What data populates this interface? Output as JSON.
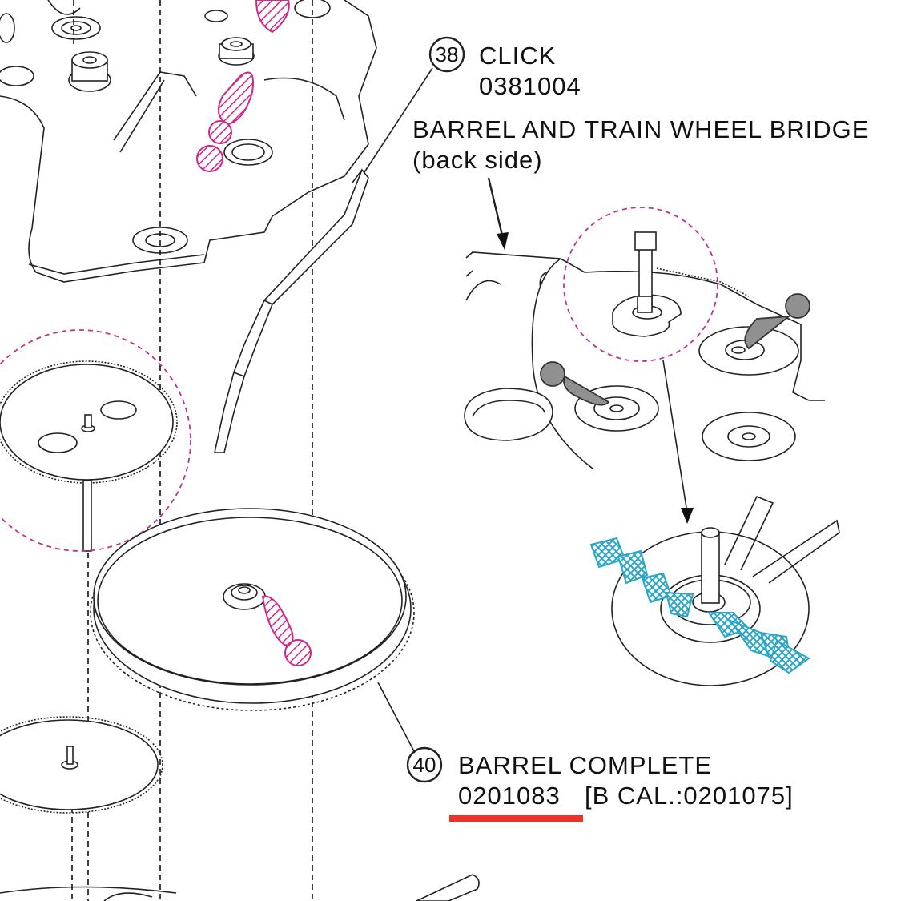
{
  "parts": [
    {
      "ref": "38",
      "name": "CLICK",
      "code": "0381004"
    },
    {
      "ref": "40",
      "name": "BARREL COMPLETE",
      "code": "0201083",
      "alt_code": "[B CAL.:0201075]"
    }
  ],
  "bridge": {
    "title": "BARREL AND TRAIN WHEEL BRIDGE",
    "subtitle": "(back side)"
  },
  "colors": {
    "line": "#222222",
    "oil_marker": "#909090",
    "moebius_lubricant": "#d0288a",
    "grease_crosshatch": "#2aa6c8",
    "zoom_circle": "#c0328a",
    "highlight_underline": "#e8342b"
  },
  "icons": [
    "oil-drop-icon",
    "grease-crosshatch-icon",
    "lubricant-hatch-icon"
  ]
}
